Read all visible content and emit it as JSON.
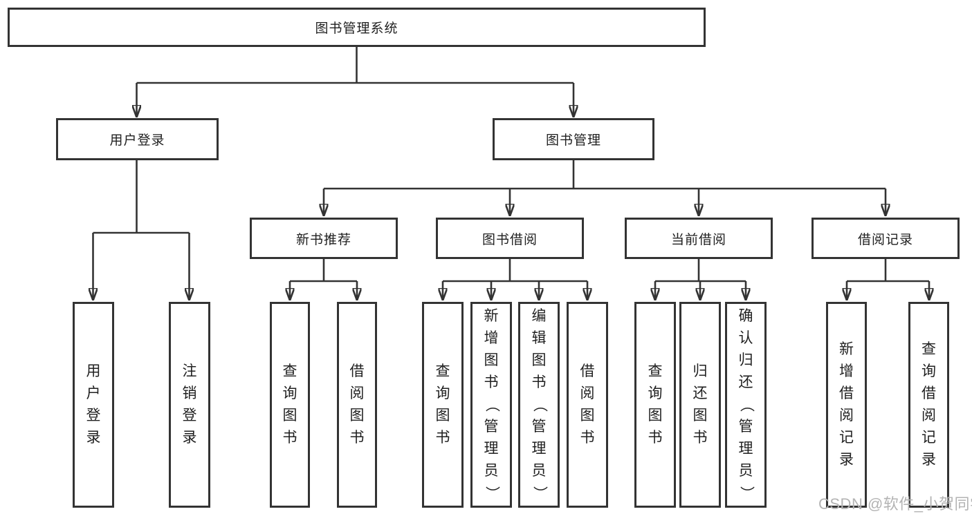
{
  "diagram": {
    "colors": {
      "line": "#333333",
      "text": "#1f1f1f",
      "watermark": "#b3b3b3",
      "background": "#ffffff"
    },
    "watermark": "CSDN @软件_小贺同学",
    "tree": {
      "root": {
        "label": "图书管理系统"
      },
      "branches": [
        {
          "label": "用户登录",
          "children": [
            {
              "label": "用户登录"
            },
            {
              "label": "注销登录"
            }
          ]
        },
        {
          "label": "图书管理",
          "children": [
            {
              "label": "新书推荐",
              "children": [
                {
                  "label": "查询图书"
                },
                {
                  "label": "借阅图书"
                }
              ]
            },
            {
              "label": "图书借阅",
              "children": [
                {
                  "label": "查询图书"
                },
                {
                  "label": "新增图书（管理员）"
                },
                {
                  "label": "编辑图书（管理员）"
                },
                {
                  "label": "借阅图书"
                }
              ]
            },
            {
              "label": "当前借阅",
              "children": [
                {
                  "label": "查询图书"
                },
                {
                  "label": "归还图书"
                },
                {
                  "label": "确认归还（管理员）"
                }
              ]
            },
            {
              "label": "借阅记录",
              "children": [
                {
                  "label": "新增借阅记录"
                },
                {
                  "label": "查询借阅记录"
                }
              ]
            }
          ]
        }
      ]
    }
  }
}
